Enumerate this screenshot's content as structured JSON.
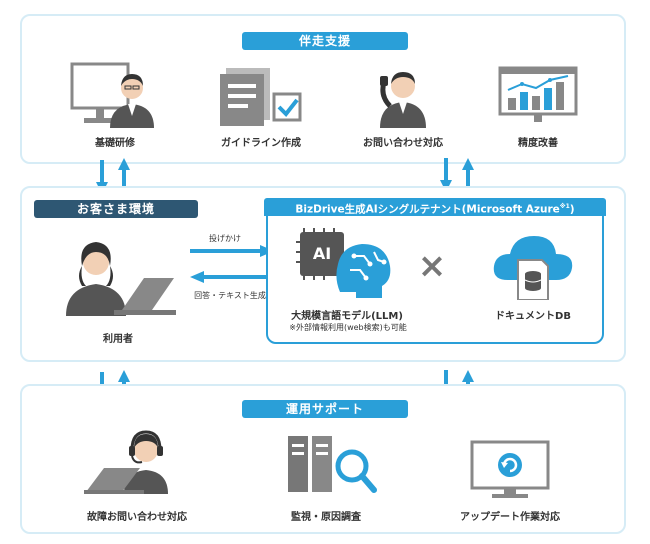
{
  "support": {
    "title": "伴走支援",
    "items": [
      {
        "label": "基礎研修",
        "icon": "trainer-monitor-icon"
      },
      {
        "label": "ガイドライン作成",
        "icon": "document-checklist-icon"
      },
      {
        "label": "お問い合わせ対応",
        "icon": "phone-support-icon"
      },
      {
        "label": "精度改善",
        "icon": "chart-board-icon"
      }
    ]
  },
  "customer": {
    "title": "お客さま環境",
    "user_label": "利用者"
  },
  "tenant": {
    "title": "BizDrive生成AIシングルテナント(Microsoft Azure",
    "title_note": "※1",
    "title_close": ")",
    "llm_label": "大規模言語モデル(LLM)",
    "llm_note": "※外部情報利用(web検索)も可能",
    "ai_chip": "AI",
    "cross": "×",
    "db_label": "ドキュメントDB"
  },
  "flows": {
    "request": "投げかけ",
    "response": "回答・テキスト生成"
  },
  "operation": {
    "title": "運用サポート",
    "items": [
      {
        "label": "故障お問い合わせ対応",
        "icon": "headset-operator-icon"
      },
      {
        "label": "監視・原因調査",
        "icon": "server-search-icon"
      },
      {
        "label": "アップデート作業対応",
        "icon": "update-monitor-icon"
      }
    ]
  },
  "colors": {
    "accent": "#2a9fd8",
    "dark": "#2e5773",
    "border": "#d6ecf6",
    "gray": "#888888"
  }
}
